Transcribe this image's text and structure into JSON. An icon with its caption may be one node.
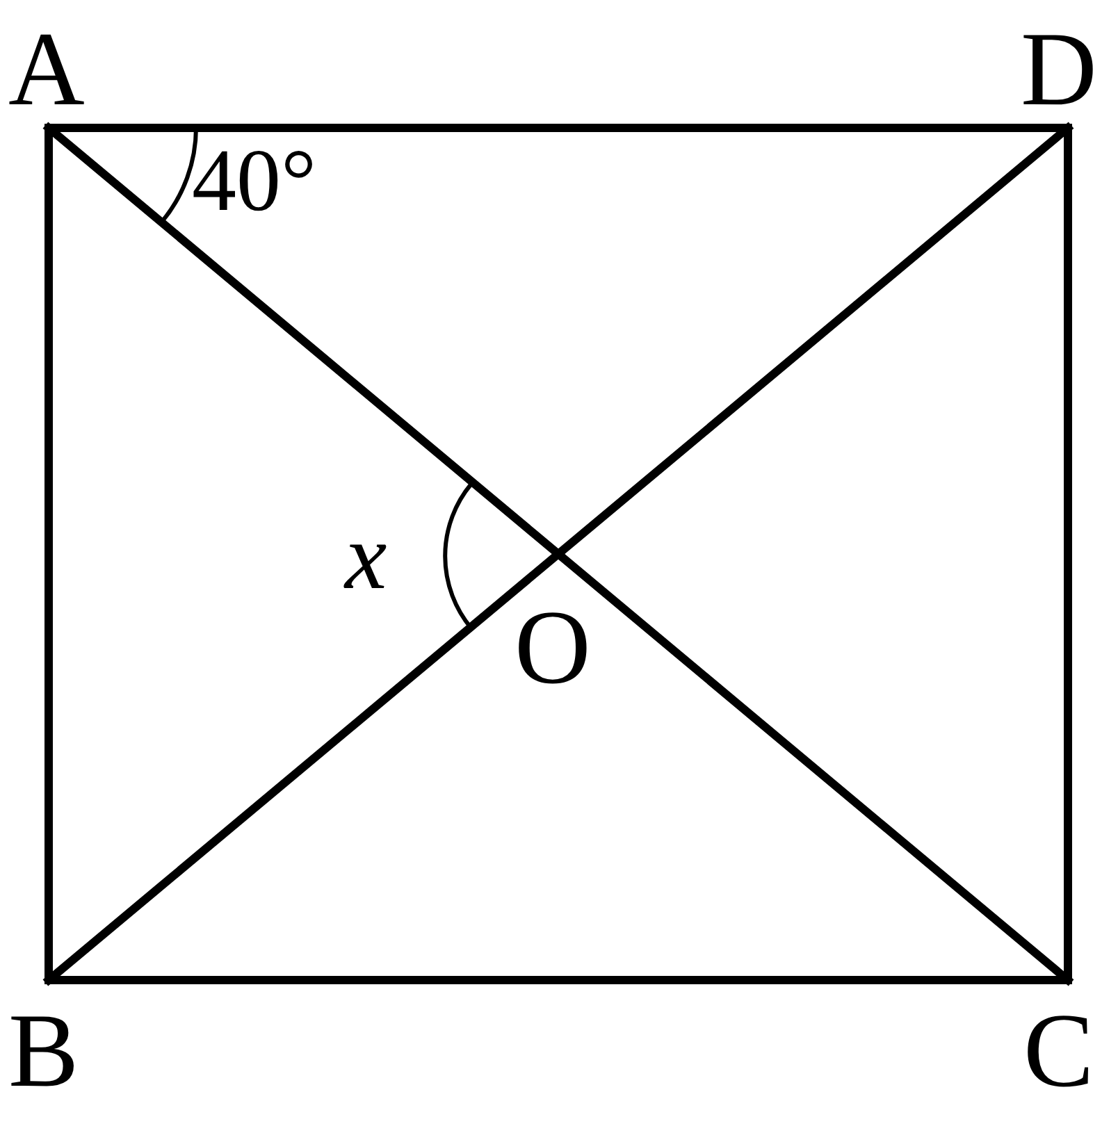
{
  "diagram": {
    "nodes": [
      {
        "text": [
          "A"
        ]
      },
      {
        "text": [
          "D"
        ]
      },
      {
        "text": [
          "B"
        ]
      },
      {
        "text": [
          "C"
        ]
      },
      {
        "text": [
          "O"
        ]
      }
    ],
    "edges": [
      {
        "from": 0,
        "to": 1,
        "arrow": "none"
      },
      {
        "from": 1,
        "to": 3,
        "arrow": "none"
      },
      {
        "from": 2,
        "to": 3,
        "arrow": "none"
      },
      {
        "from": 0,
        "to": 2,
        "arrow": "none"
      },
      {
        "from": 0,
        "to": 3,
        "arrow": "none"
      },
      {
        "from": 1,
        "to": 2,
        "arrow": "none"
      }
    ],
    "labels": [
      "40°",
      "x"
    ]
  }
}
